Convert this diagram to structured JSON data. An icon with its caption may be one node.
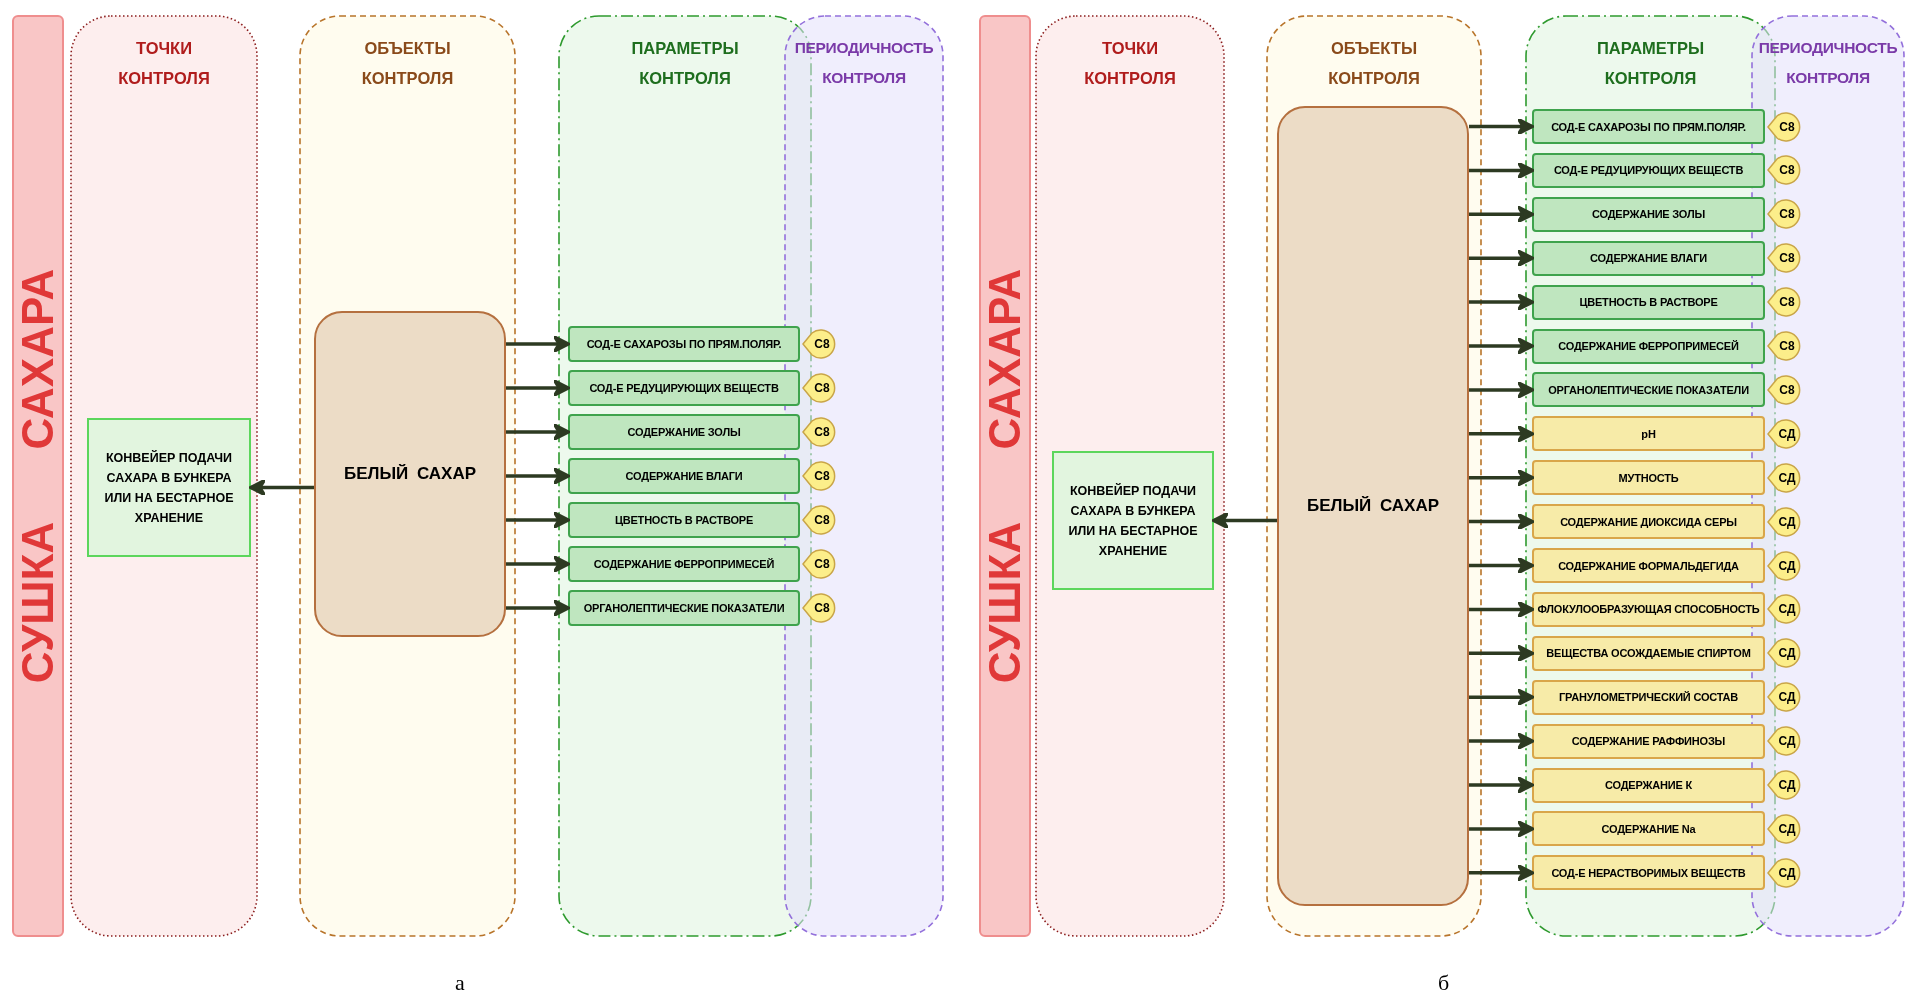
{
  "diagram": {
    "nodes": [
      {
        "text": [
          "СУШКА САХАРА"
        ]
      },
      {
        "text": [
          "ТОЧКИ КОНТРОЛЯ"
        ]
      },
      {
        "text": [
          "КОНВЕЙЕР ПОДАЧИ САХАРА В БУНКЕРА ИЛИ НА БЕСТАРНОЕ ХРАНЕНИЕ"
        ],
        "in": 1
      },
      {
        "text": [
          "ОБЪЕКТЫ КОНТРОЛЯ"
        ]
      },
      {
        "text": [
          "БЕЛЫЙ САХАР"
        ],
        "in": 3
      },
      {
        "text": [
          "ПАРАМЕТРЫ КОНТРОЛЯ"
        ]
      },
      {
        "text": [
          "СОД-Е САХАРОЗЫ ПО ПРЯМ.ПОЛЯР."
        ],
        "in": 5
      },
      {
        "text": [
          "СОД-Е РЕДУЦИРУЮЩИХ ВЕЩЕСТВ"
        ],
        "in": 5
      },
      {
        "text": [
          "СОДЕРЖАНИЕ ЗОЛЫ"
        ],
        "in": 5
      },
      {
        "text": [
          "СОДЕРЖАНИЕ ВЛАГИ"
        ],
        "in": 5
      },
      {
        "text": [
          "ЦВЕТНОСТЬ В РАСТВОРЕ"
        ],
        "in": 5
      },
      {
        "text": [
          "СОДЕРЖАНИЕ ФЕРРОПРИМЕСЕЙ"
        ],
        "in": 5
      },
      {
        "text": [
          "ОРГАНОЛЕПТИЧЕСКИЕ ПОКАЗАТЕЛИ"
        ],
        "in": 5
      },
      {
        "text": [
          "ПЕРИОДИЧНОСТЬ КОНТРОЛЯ"
        ]
      },
      {
        "text": [
          "С8"
        ],
        "in": 13
      },
      {
        "text": [
          "С8"
        ],
        "in": 13
      },
      {
        "text": [
          "С8"
        ],
        "in": 13
      },
      {
        "text": [
          "С8"
        ],
        "in": 13
      },
      {
        "text": [
          "С8"
        ],
        "in": 13
      },
      {
        "text": [
          "С8"
        ],
        "in": 13
      },
      {
        "text": [
          "С8"
        ],
        "in": 13
      },
      {
        "text": [
          "СУШКА САХАРА"
        ]
      },
      {
        "text": [
          "ТОЧКИ КОНТРОЛЯ"
        ]
      },
      {
        "text": [
          "КОНВЕЙЕР ПОДАЧИ САХАРА В БУНКЕРА ИЛИ НА БЕСТАРНОЕ ХРАНЕНИЕ"
        ],
        "in": 22
      },
      {
        "text": [
          "ОБЪЕКТЫ КОНТРОЛЯ"
        ]
      },
      {
        "text": [
          "БЕЛЫЙ САХАР"
        ],
        "in": 24
      },
      {
        "text": [
          "ПАРАМЕТРЫ КОНТРОЛЯ"
        ]
      },
      {
        "text": [
          "СОД-Е САХАРОЗЫ ПО ПРЯМ.ПОЛЯР."
        ],
        "in": 26
      },
      {
        "text": [
          "СОД-Е РЕДУЦИРУЮЩИХ ВЕЩЕСТВ"
        ],
        "in": 26
      },
      {
        "text": [
          "СОДЕРЖАНИЕ ЗОЛЫ"
        ],
        "in": 26
      },
      {
        "text": [
          "СОДЕРЖАНИЕ ВЛАГИ"
        ],
        "in": 26
      },
      {
        "text": [
          "ЦВЕТНОСТЬ В РАСТВОРЕ"
        ],
        "in": 26
      },
      {
        "text": [
          "СОДЕРЖАНИЕ ФЕРРОПРИМЕСЕЙ"
        ],
        "in": 26
      },
      {
        "text": [
          "ОРГАНОЛЕПТИЧЕСКИЕ ПОКАЗАТЕЛИ"
        ],
        "in": 26
      },
      {
        "text": [
          "pH"
        ],
        "in": 26
      },
      {
        "text": [
          "МУТНОСТЬ"
        ],
        "in": 26
      },
      {
        "text": [
          "СОДЕРЖАНИЕ ДИОКСИДА СЕРЫ"
        ],
        "in": 26
      },
      {
        "text": [
          "СОДЕРЖАНИЕ ФОРМАЛЬДЕГИДА"
        ],
        "in": 26
      },
      {
        "text": [
          "ФЛОКУЛООБРАЗУЮЩАЯ СПОСОБНОСТЬ"
        ],
        "in": 26
      },
      {
        "text": [
          "ВЕЩЕСТВА ОСОЖДАЕМЫЕ СПИРТОМ"
        ],
        "in": 26
      },
      {
        "text": [
          "ГРАНУЛОМЕТРИЧЕСКИЙ СОСТАВ"
        ],
        "in": 26
      },
      {
        "text": [
          "СОДЕРЖАНИЕ РАФФИНОЗЫ"
        ],
        "in": 26
      },
      {
        "text": [
          "СОДЕРЖАНИЕ К"
        ],
        "in": 26
      },
      {
        "text": [
          "СОДЕРЖАНИЕ Na"
        ],
        "in": 26
      },
      {
        "text": [
          "СОД-Е НЕРАСТВОРИМЫХ ВЕЩЕСТВ"
        ],
        "in": 26
      },
      {
        "text": [
          "ПЕРИОДИЧНОСТЬ КОНТРОЛЯ"
        ]
      },
      {
        "text": [
          "С8"
        ],
        "in": 45
      },
      {
        "text": [
          "С8"
        ],
        "in": 45
      },
      {
        "text": [
          "С8"
        ],
        "in": 45
      },
      {
        "text": [
          "С8"
        ],
        "in": 45
      },
      {
        "text": [
          "С8"
        ],
        "in": 45
      },
      {
        "text": [
          "С8"
        ],
        "in": 45
      },
      {
        "text": [
          "С8"
        ],
        "in": 45
      },
      {
        "text": [
          "СД"
        ],
        "in": 45
      },
      {
        "text": [
          "СД"
        ],
        "in": 45
      },
      {
        "text": [
          "СД"
        ],
        "in": 45
      },
      {
        "text": [
          "СД"
        ],
        "in": 45
      },
      {
        "text": [
          "СД"
        ],
        "in": 45
      },
      {
        "text": [
          "СД"
        ],
        "in": 45
      },
      {
        "text": [
          "СД"
        ],
        "in": 45
      },
      {
        "text": [
          "СД"
        ],
        "in": 45
      },
      {
        "text": [
          "СД"
        ],
        "in": 45
      },
      {
        "text": [
          "СД"
        ],
        "in": 45
      },
      {
        "text": [
          "СД"
        ],
        "in": 45
      }
    ],
    "edges": [
      {
        "from": 4,
        "to": 2,
        "arrow": "to"
      },
      {
        "from": 4,
        "to": 6,
        "arrow": "to"
      },
      {
        "from": 4,
        "to": 7,
        "arrow": "to"
      },
      {
        "from": 4,
        "to": 8,
        "arrow": "to"
      },
      {
        "from": 4,
        "to": 9,
        "arrow": "to"
      },
      {
        "from": 4,
        "to": 10,
        "arrow": "to"
      },
      {
        "from": 4,
        "to": 11,
        "arrow": "to"
      },
      {
        "from": 4,
        "to": 12,
        "arrow": "to"
      },
      {
        "from": 25,
        "to": 23,
        "arrow": "to"
      },
      {
        "from": 25,
        "to": 27,
        "arrow": "to"
      },
      {
        "from": 25,
        "to": 28,
        "arrow": "to"
      },
      {
        "from": 25,
        "to": 29,
        "arrow": "to"
      },
      {
        "from": 25,
        "to": 30,
        "arrow": "to"
      },
      {
        "from": 25,
        "to": 31,
        "arrow": "to"
      },
      {
        "from": 25,
        "to": 32,
        "arrow": "to"
      },
      {
        "from": 25,
        "to": 33,
        "arrow": "to"
      },
      {
        "from": 25,
        "to": 34,
        "arrow": "to"
      },
      {
        "from": 25,
        "to": 35,
        "arrow": "to"
      },
      {
        "from": 25,
        "to": 36,
        "arrow": "to"
      },
      {
        "from": 25,
        "to": 37,
        "arrow": "to"
      },
      {
        "from": 25,
        "to": 38,
        "arrow": "to"
      },
      {
        "from": 25,
        "to": 39,
        "arrow": "to"
      },
      {
        "from": 25,
        "to": 40,
        "arrow": "to"
      },
      {
        "from": 25,
        "to": 41,
        "arrow": "to"
      },
      {
        "from": 25,
        "to": 42,
        "arrow": "to"
      },
      {
        "from": 25,
        "to": 43,
        "arrow": "to"
      },
      {
        "from": 25,
        "to": 44,
        "arrow": "to"
      }
    ],
    "labels": [
      "а",
      "б"
    ]
  }
}
